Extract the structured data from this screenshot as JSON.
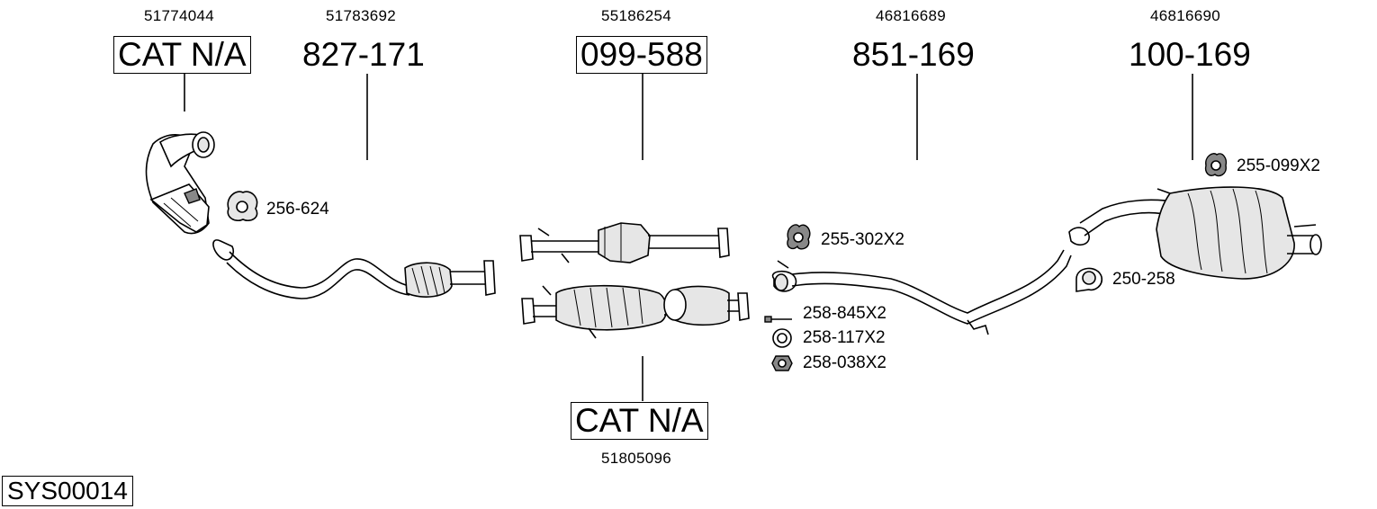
{
  "diagram": {
    "system_code": "SYS00014",
    "components": [
      {
        "oem": "51774044",
        "part": "CAT N/A",
        "boxed": true
      },
      {
        "oem": "51783692",
        "part": "827-171",
        "boxed": false
      },
      {
        "oem": "55186254",
        "part": "099-588",
        "boxed": true
      },
      {
        "oem": "46816689",
        "part": "851-169",
        "boxed": false
      },
      {
        "oem": "46816690",
        "part": "100-169",
        "boxed": false
      },
      {
        "oem": "51805096",
        "part": "CAT N/A",
        "boxed": true
      }
    ],
    "accessories": [
      {
        "label": "256-624",
        "icon": "gasket-icon"
      },
      {
        "label": "255-302X2",
        "icon": "rubber-hanger-icon"
      },
      {
        "label": "258-845X2",
        "icon": "bolt-icon"
      },
      {
        "label": "258-117X2",
        "icon": "ring-gasket-icon"
      },
      {
        "label": "258-038X2",
        "icon": "nut-icon"
      },
      {
        "label": "250-258",
        "icon": "clamp-icon"
      },
      {
        "label": "255-099X2",
        "icon": "rubber-mount-icon"
      }
    ]
  }
}
